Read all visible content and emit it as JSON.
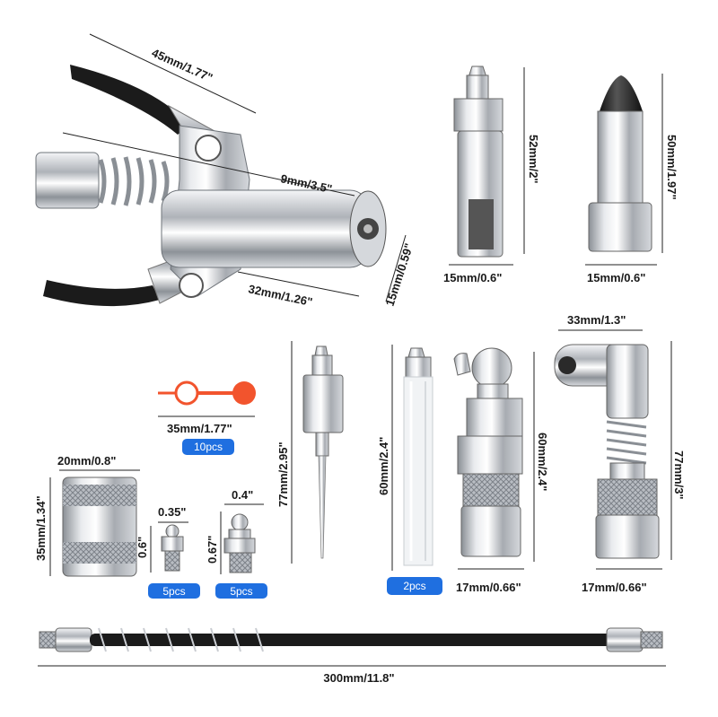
{
  "dimensions": {
    "coupler_length": "45mm/1.77\"",
    "coupler_body": "9mm/3.5\"",
    "coupler_tube": "32mm/1.26\"",
    "coupler_tip": "15mm/0.59\"",
    "adapter_height": "52mm/2\"",
    "adapter_width": "15mm/0.6\"",
    "cone_height": "50mm/1.97\"",
    "cone_width": "15mm/0.6\"",
    "cap_width": "35mm/1.77\"",
    "needle_height": "77mm/2.95\"",
    "tube_height": "60mm/2.4\"",
    "swivel_height": "60mm/2.4\"",
    "swivel_width": "17mm/0.66\"",
    "angle_top": "33mm/1.3\"",
    "angle_height": "77mm/3\"",
    "angle_width": "17mm/0.66\"",
    "sleeve_width": "20mm/0.8\"",
    "sleeve_height": "35mm/1.34\"",
    "small_fitting_width": "0.35\"",
    "small_fitting_height": "0.6\"",
    "large_fitting_width": "0.4\"",
    "large_fitting_height": "0.67\"",
    "hose_length": "300mm/11.8\""
  },
  "badges": {
    "caps": "10pcs",
    "small_fittings": "5pcs",
    "large_fittings": "5pcs",
    "tubes": "2pcs"
  },
  "colors": {
    "badge_blue": "#1f6fe0",
    "cap_orange": "#f2542d",
    "rubber_black": "#1b1b1b",
    "chrome": "#c9ccd1"
  }
}
